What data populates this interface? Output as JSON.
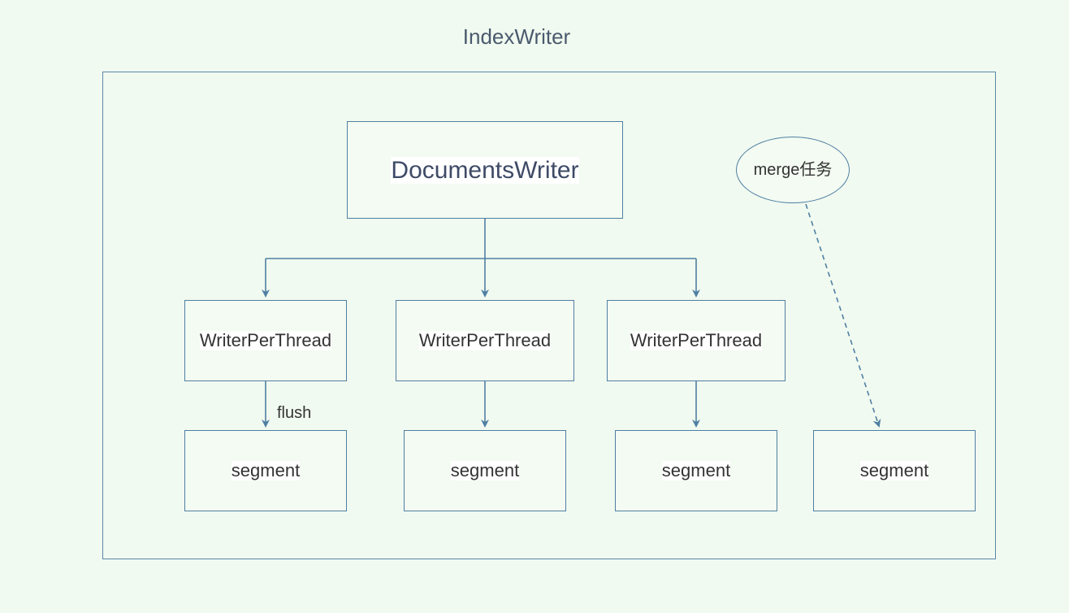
{
  "diagram": {
    "title": "IndexWriter",
    "documents_writer": "DocumentsWriter",
    "writer_per_thread": [
      "WriterPerThread",
      "WriterPerThread",
      "WriterPerThread"
    ],
    "segments": [
      "segment",
      "segment",
      "segment",
      "segment"
    ],
    "merge_task": "merge任务",
    "flush_label": "flush",
    "colors": {
      "background": "#f1faf0",
      "stroke": "#4f7fa3",
      "text": "#333333"
    }
  }
}
